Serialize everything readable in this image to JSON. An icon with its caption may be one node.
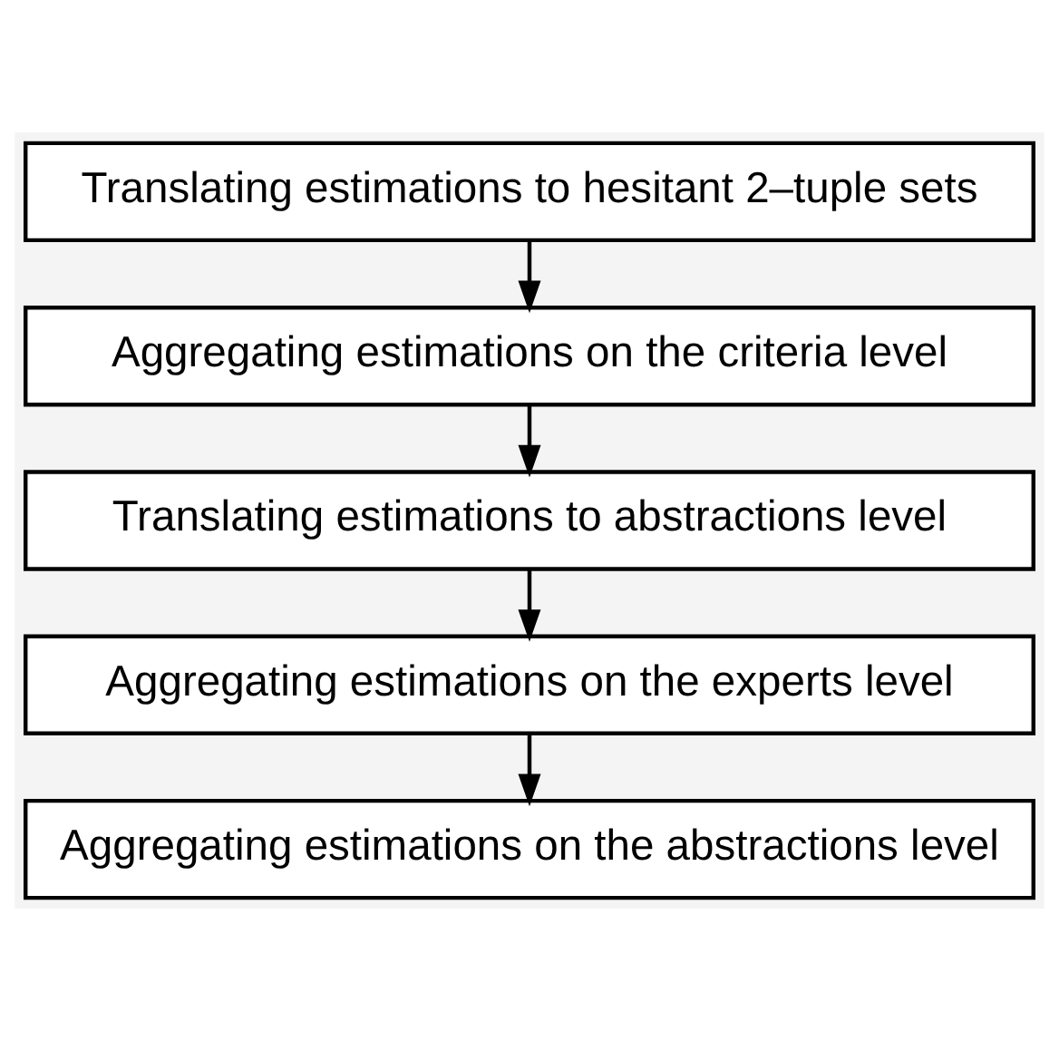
{
  "diagram": {
    "nodes": [
      {
        "text": [
          "Translating estimations to hesitant 2–tuple sets"
        ]
      },
      {
        "text": [
          "Aggregating estimations on the criteria level"
        ]
      },
      {
        "text": [
          "Translating estimations to abstractions level"
        ]
      },
      {
        "text": [
          "Aggregating estimations on the experts level"
        ]
      },
      {
        "text": [
          "Aggregating estimations on the abstractions level"
        ]
      }
    ],
    "edges": [
      {
        "from": 0,
        "to": 1,
        "arrow": "to"
      },
      {
        "from": 1,
        "to": 2,
        "arrow": "to"
      },
      {
        "from": 2,
        "to": 3,
        "arrow": "to"
      },
      {
        "from": 3,
        "to": 4,
        "arrow": "to"
      }
    ]
  }
}
